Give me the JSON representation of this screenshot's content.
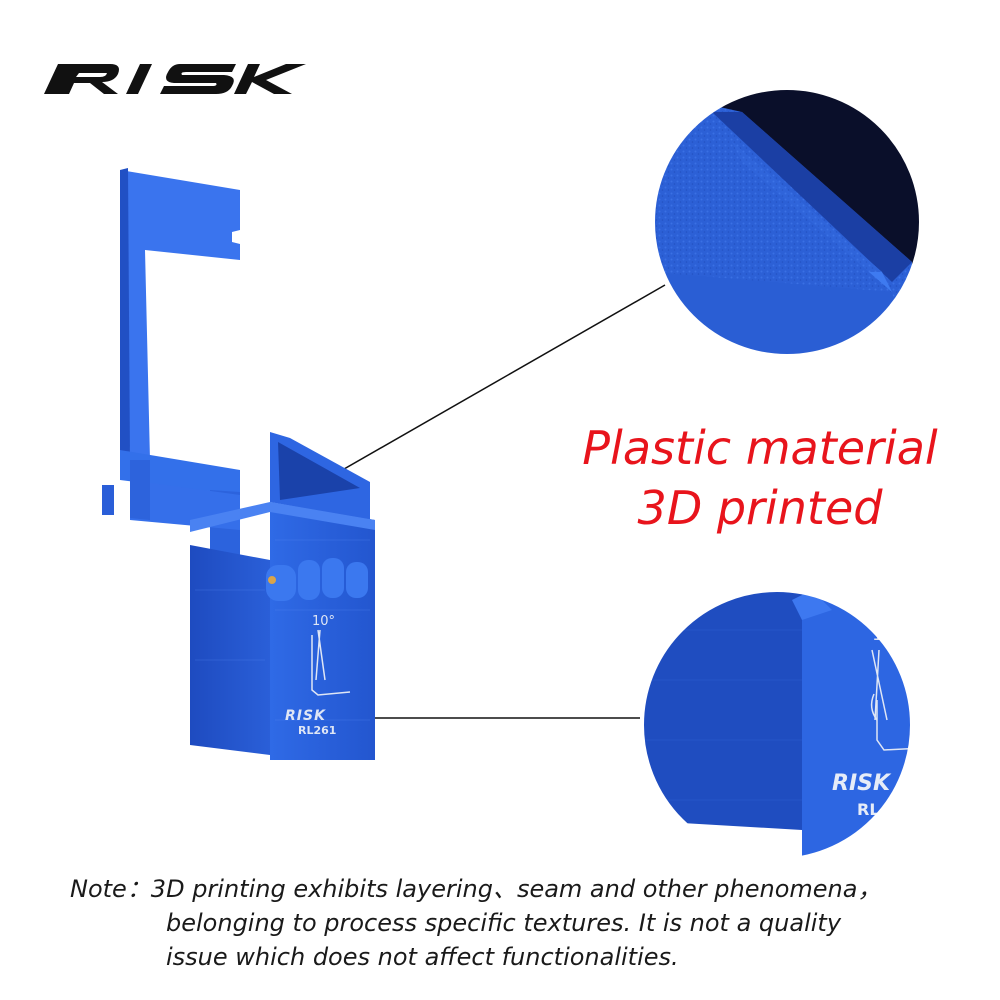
{
  "brand": {
    "logo_text": "RISK",
    "product_code": "RL261",
    "angle_label": "10°"
  },
  "headline": {
    "line1": "Plastic material",
    "line2": "3D printed"
  },
  "note": {
    "line1": "Note：3D printing exhibits layering、seam and other phenomena，",
    "line2": "belonging to process specific textures. It is not a quality",
    "line3": "issue which does not affect functionalities."
  },
  "colors": {
    "headline": "#e8141c",
    "product_blue": "#2a62e0",
    "text": "#1a1a1a"
  },
  "icons": {
    "logo": "risk-logo",
    "tool": "hinged-tool-image",
    "zoom_top": "texture-zoom-circle",
    "zoom_bottom": "engraving-zoom-circle"
  }
}
